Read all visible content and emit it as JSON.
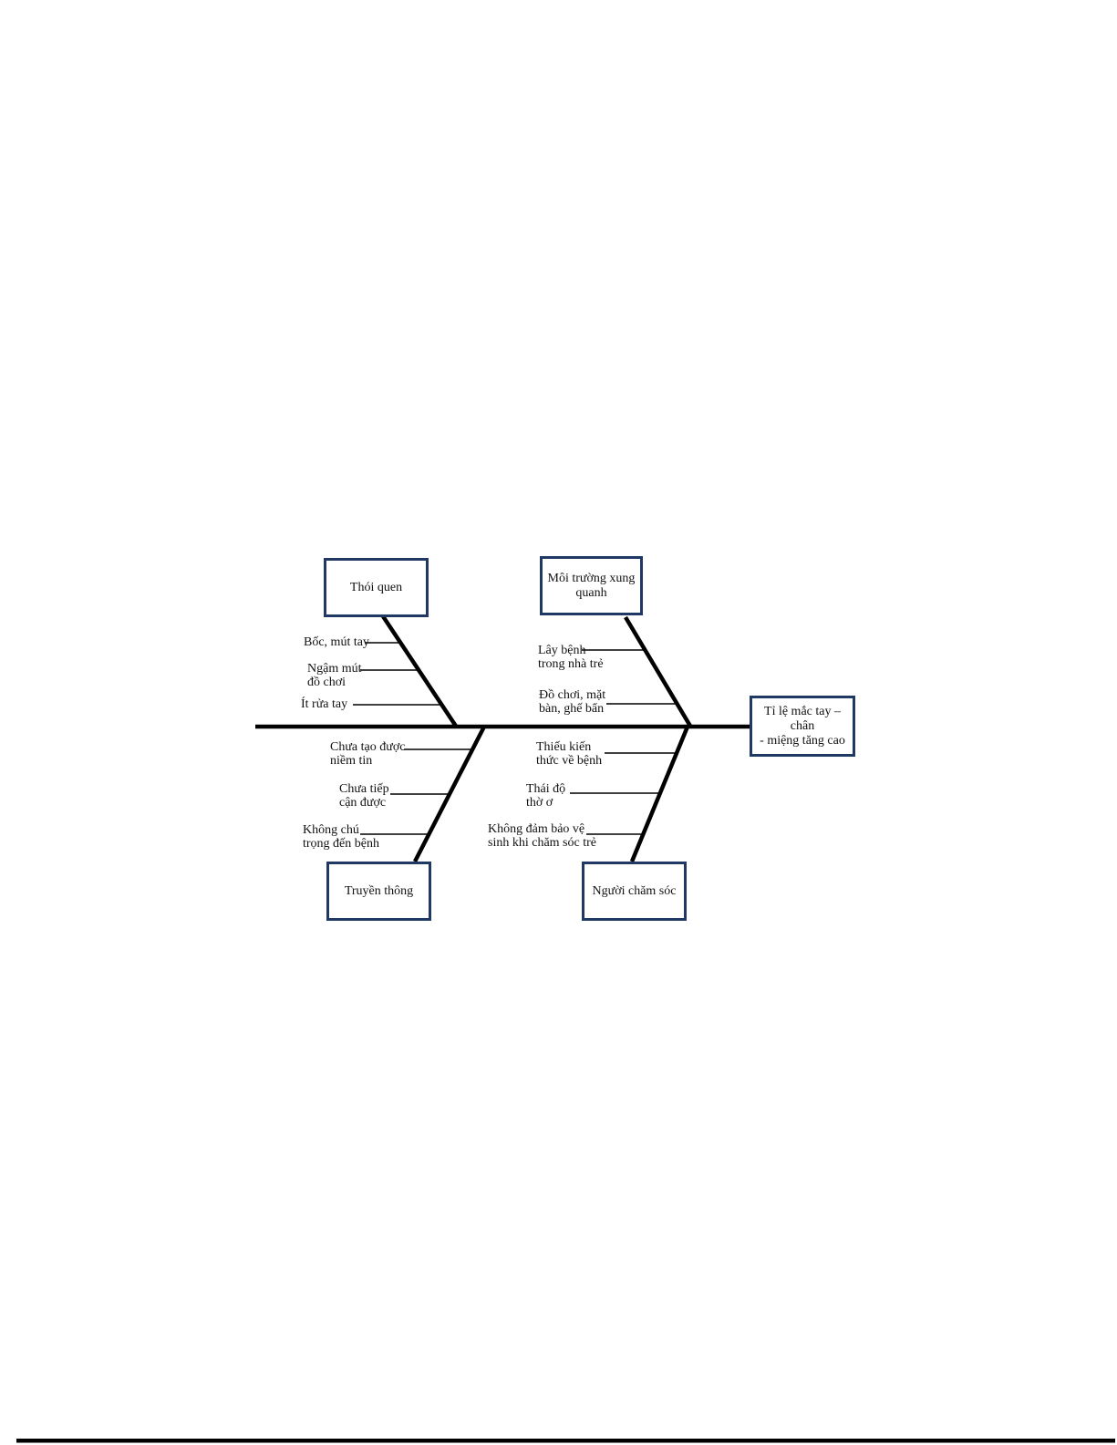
{
  "diagram": {
    "effect": {
      "label": "Tỉ lệ mắc tay – chân\n- miệng tăng cao"
    },
    "categories": {
      "habits": {
        "label": "Thói quen",
        "causes": [
          "Bốc, mút tay",
          "Ngậm mút\nđồ chơi",
          "Ít rửa tay"
        ]
      },
      "environment": {
        "label": "Môi trường xung\nquanh",
        "causes": [
          "Lây bệnh\ntrong nhà trẻ",
          "Đồ chơi, mặt\nbàn, ghế bẩn"
        ]
      },
      "communication": {
        "label": "Truyền thông",
        "causes": [
          "Chưa tạo được\nniềm tin",
          "Chưa tiếp\ncận được",
          "Không chú\ntrọng đến bệnh"
        ]
      },
      "caregiver": {
        "label": "Người chăm sóc",
        "causes": [
          "Thiếu kiến\nthức về bệnh",
          "Thái độ\nthờ ơ",
          "Không đảm bảo vệ\nsinh khi chăm sóc trẻ"
        ]
      }
    },
    "colors": {
      "box_border": "#203864",
      "line": "#000000"
    }
  }
}
